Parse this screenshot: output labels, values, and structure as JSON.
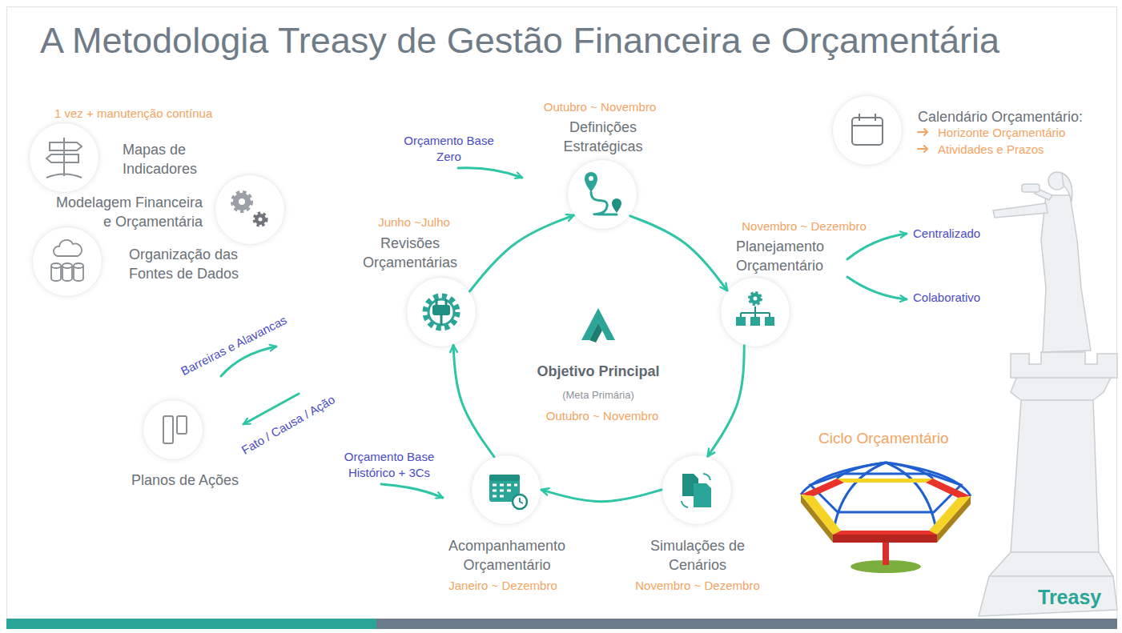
{
  "diagram": {
    "title": "A Metodologia Treasy de Gestão Financeira e Orçamentária",
    "nodes": [
      {
        "text": [
          "Mapas de Indicadores"
        ]
      },
      {
        "text": [
          "Modelagem Financeira e Orçamentária"
        ]
      },
      {
        "text": [
          "Organização das Fontes de Dados"
        ]
      },
      {
        "text": [
          "Outubro ~ Novembro",
          "Definições Estratégicas"
        ]
      },
      {
        "text": [
          "Novembro ~ Dezembro",
          "Planejamento Orçamentário"
        ]
      },
      {
        "text": [
          "Simulações de Cenários",
          "Novembro ~ Dezembro"
        ]
      },
      {
        "text": [
          "Acompanhamento Orçamentário",
          "Janeiro ~ Dezembro"
        ]
      },
      {
        "text": [
          "Junho ~Julho",
          "Revisões Orçamentárias"
        ]
      },
      {
        "text": [
          "Planos de Ações"
        ]
      },
      {
        "text": [
          "Calendário Orçamentário:",
          "Horizonte Orçamentário",
          "Atividades e Prazos"
        ]
      }
    ],
    "edges": [
      {
        "from": 3,
        "to": 4,
        "arrow": "to"
      },
      {
        "from": 4,
        "to": 5,
        "arrow": "to"
      },
      {
        "from": 5,
        "to": 6,
        "arrow": "to"
      },
      {
        "from": 6,
        "to": 7,
        "arrow": "to"
      },
      {
        "from": 7,
        "to": 3,
        "arrow": "to"
      }
    ],
    "labels": [
      "1 vez + manutenção contínua",
      "Orçamento Base Zero",
      "Objetivo Principal",
      "(Meta Primária)",
      "Outubro ~ Novembro",
      "Barreiras e Alavancas",
      "Fato / Causa / Ação",
      "Orçamento Base Histórico + 3Cs",
      "Centralizado",
      "Colaborativo",
      "Ciclo Orçamentário",
      "Treasy"
    ]
  }
}
